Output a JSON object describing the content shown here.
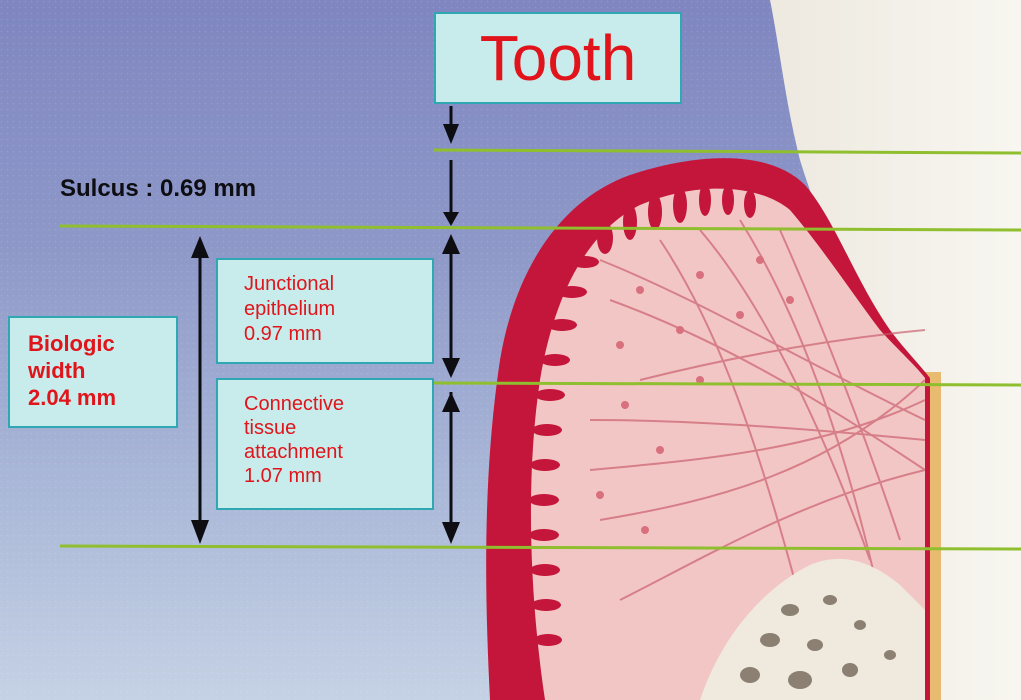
{
  "title": "Tooth",
  "sulcus": {
    "label": "Sulcus : 0.69 mm"
  },
  "biologic_width": {
    "line1": "Biologic",
    "line2": "width",
    "line3": "2.04 mm"
  },
  "junctional_epithelium": {
    "line1": "Junctional",
    "line2": "epithelium",
    "line3": "0.97 mm"
  },
  "connective_tissue": {
    "line1": "Connective",
    "line2": "tissue",
    "line3": "attachment",
    "line4": "1.07 mm"
  },
  "colors": {
    "label_box_fill": "#c8ecec",
    "label_box_border": "#2fa8b3",
    "label_text": "#e0141a",
    "reference_lines": "#8fbf2e",
    "gingiva_epithelium": "#c4163a",
    "connective_tissue": "#f3c6c6",
    "tooth_surface": "#f3f0e8",
    "background": "#8a95c6"
  }
}
